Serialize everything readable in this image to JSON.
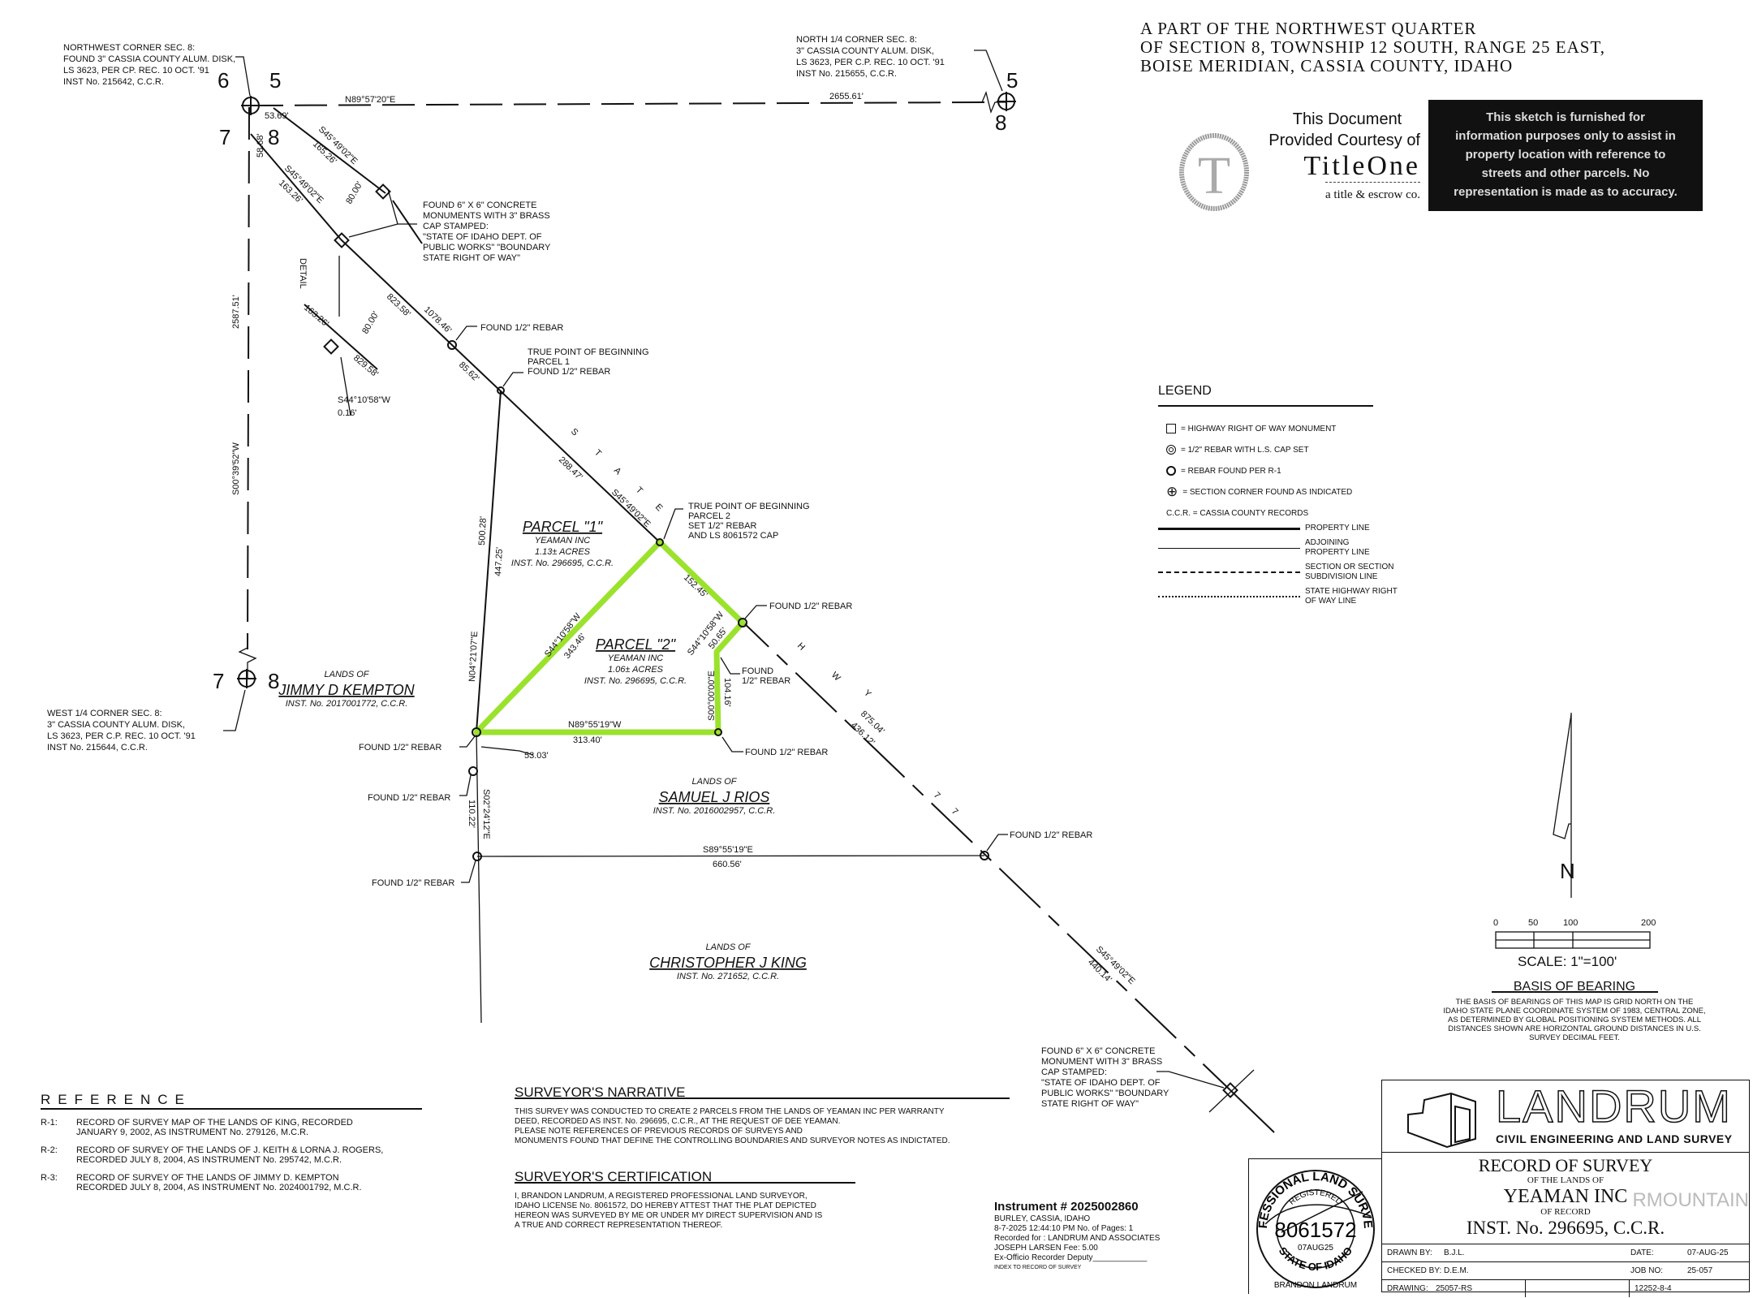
{
  "header": {
    "title_lines": [
      "A PART OF THE NORTHWEST QUARTER",
      "OF SECTION 8, TOWNSHIP 12 SOUTH, RANGE 25 EAST,",
      "BOISE MERIDIAN, CASSIA COUNTY, IDAHO"
    ]
  },
  "courtesy": {
    "line1": "This Document",
    "line2": "Provided Courtesy of",
    "brand": "TitleOne",
    "tagline": "a title & escrow co.",
    "logo_letter": "T"
  },
  "disclaimer": [
    "This sketch is furnished for",
    "information purposes only to assist in",
    "property location with reference to",
    "streets and other parcels. No",
    "representation is made as to accuracy."
  ],
  "legend": {
    "title": "LEGEND",
    "items": [
      {
        "icon": "square-monument-icon",
        "label": "= HIGHWAY RIGHT OF WAY MONUMENT"
      },
      {
        "icon": "rebar-cap-set-icon",
        "label": "= 1/2\" REBAR WITH L.S. CAP SET"
      },
      {
        "icon": "rebar-found-icon",
        "label": "= REBAR FOUND PER R-1"
      },
      {
        "icon": "section-corner-icon",
        "label": "= SECTION CORNER FOUND AS INDICATED"
      },
      {
        "icon": "",
        "label": "C.C.R.  =  CASSIA COUNTY RECORDS"
      }
    ],
    "lines": [
      {
        "style": "solid-heavy",
        "label": [
          "PROPERTY LINE"
        ]
      },
      {
        "style": "solid-thin",
        "label": [
          "ADJOINING",
          "PROPERTY LINE"
        ]
      },
      {
        "style": "dashed",
        "label": [
          "SECTION OR SECTION",
          "SUBDIVISION LINE"
        ]
      },
      {
        "style": "dash-dot",
        "label": [
          "STATE HIGHWAY RIGHT",
          "OF WAY LINE"
        ]
      }
    ]
  },
  "map": {
    "nw_note": [
      "NORTHWEST CORNER SEC. 8:",
      "FOUND 3\" CASSIA COUNTY ALUM. DISK,",
      "LS 3623, PER CP. REC. 10 OCT. '91",
      "INST No. 215642, C.C.R."
    ],
    "n_note": [
      "NORTH 1/4 CORNER SEC. 8:",
      "3\" CASSIA COUNTY ALUM. DISK,",
      "LS 3623, PER C.P. REC. 10 OCT. '91",
      "INST No. 215655, C.C.R."
    ],
    "w_note": [
      "WEST 1/4 CORNER SEC. 8:",
      "3\" CASSIA COUNTY ALUM. DISK,",
      "LS 3623, PER C.P. REC. 10 OCT. '91",
      "INST No. 215644, C.C.R."
    ],
    "mon_note_1": [
      "FOUND 6\" X 6\" CONCRETE",
      "MONUMENTS WITH 3\" BRASS",
      "CAP STAMPED:",
      "\"STATE OF IDAHO DEPT. OF",
      "PUBLIC WORKS\" \"BOUNDARY",
      "STATE RIGHT OF WAY\""
    ],
    "mon_note_2": [
      "FOUND 6\" X 6\" CONCRETE",
      "MONUMENT WITH 3\" BRASS",
      "CAP STAMPED:",
      "\"STATE OF IDAHO DEPT. OF",
      "PUBLIC WORKS\" \"BOUNDARY",
      "STATE RIGHT OF WAY\""
    ],
    "tpob1_note": [
      "TRUE POINT OF BEGINNING",
      "PARCEL 1",
      "FOUND 1/2\" REBAR"
    ],
    "tpob2_note": [
      "TRUE POINT OF BEGINNING",
      "PARCEL 2",
      "SET 1/2\" REBAR",
      "AND LS 8061572 CAP"
    ],
    "found_rebar": "FOUND 1/2\" REBAR",
    "found_rebar_2line": [
      "FOUND",
      "1/2\" REBAR"
    ],
    "sec_nums": {
      "nw_6": "6",
      "nw_5": "5",
      "nw_7": "7",
      "nw_8": "8",
      "n_5": "5",
      "n_8": "8",
      "w_7": "7",
      "w_8": "8"
    },
    "dims": {
      "top_bearing": "N89°57'20\"E",
      "top_dist": "2655.61'",
      "nw_53": "53.69'",
      "nw_58": "58.68'",
      "upper_bearing": "S45°49'02\"E",
      "upper_dist": "165.26'",
      "lower_bearing": "S45°49'02\"E",
      "lower_dist": "163.26'",
      "offset_80a": "80.00'",
      "detail": "DETAIL",
      "det_163": "163.26'",
      "det_80": "80.00'",
      "det_829": "829.58'",
      "det_bearing": "S44°10'58\"W",
      "det_016": "0.16'",
      "d823": "823.58'",
      "d1078": "1078.46'",
      "d85": "85.62'",
      "d288": "288.47'",
      "hwy_bearing_1": "S45°49'02\"E",
      "west_bearing": "S00°39'52\"W",
      "west_dist": "2587.51'",
      "d500": "500.28'",
      "d447": "447.25'",
      "n04": "N04°21'07\"E",
      "d152": "152.45'",
      "p2_diag_bearing": "S44°10'58\"W",
      "p2_diag_dist": "343.46'",
      "p2_short_bearing": "S44°10'58\"W",
      "p2_short_dist": "50.65'",
      "p2_vert_bearing": "S00°00'00\"E",
      "p2_vert_dist": "104.16'",
      "p2_south_bearing": "N89°55'19\"W",
      "p2_south_dist": "313.40'",
      "d875": "875.04'",
      "d436": "436.12'",
      "d53": "53.03'",
      "s02_bearing": "S02°24'12\"E",
      "s02_dist": "110.22'",
      "s89_bearing": "S89°55'19\"E",
      "s89_dist": "660.56'",
      "hwy_bearing_2": "S45°49'02\"E",
      "hwy_dist_2": "440.14'"
    },
    "road_letters": [
      "S",
      "T",
      "A",
      "T",
      "E",
      "H",
      "W",
      "Y",
      "7",
      "7"
    ],
    "parcel1": [
      "PARCEL \"1\"",
      "YEAMAN INC",
      "1.13± ACRES",
      "INST. No. 296695, C.C.R."
    ],
    "parcel2": [
      "PARCEL \"2\"",
      "YEAMAN INC",
      "1.06± ACRES",
      "INST. No. 296695, C.C.R."
    ],
    "kempton": [
      "LANDS OF",
      "JIMMY D KEMPTON",
      "INST. No. 2017001772, C.C.R."
    ],
    "rios": [
      "LANDS OF",
      "SAMUEL J RIOS",
      "INST. No. 2016002957, C.C.R."
    ],
    "king": [
      "LANDS OF",
      "CHRISTOPHER J KING",
      "INST. No. 271652, C.C.R."
    ],
    "highlight_color": "#9be22d"
  },
  "north": {
    "letter": "N"
  },
  "scale": {
    "ticks": [
      "0",
      "50",
      "100",
      "200"
    ],
    "label": "SCALE:  1\"=100'"
  },
  "basis": {
    "title": "BASIS OF BEARING",
    "lines": [
      "THE BASIS OF BEARINGS OF THIS MAP IS GRID NORTH ON THE",
      "IDAHO STATE PLANE COORDINATE SYSTEM OF 1983, CENTRAL ZONE,",
      "AS DETERMINED BY GLOBAL POSITIONING SYSTEM METHODS. ALL",
      "DISTANCES SHOWN ARE HORIZONTAL GROUND DISTANCES IN U.S.",
      "SURVEY DECIMAL FEET."
    ]
  },
  "reference": {
    "title": "REFERENCE",
    "items": [
      {
        "id": "R-1:",
        "lines": [
          "RECORD OF SURVEY MAP OF THE LANDS OF KING, RECORDED",
          "JANUARY 9, 2002, AS INSTRUMENT No. 279126, M.C.R."
        ]
      },
      {
        "id": "R-2:",
        "lines": [
          "RECORD OF SURVEY OF THE LANDS OF J. KEITH & LORNA J. ROGERS,",
          "RECORDED JULY 8, 2004, AS INSTRUMENT No. 295742, M.C.R."
        ]
      },
      {
        "id": "R-3:",
        "lines": [
          "RECORD OF SURVEY OF THE LANDS OF JIMMY D. KEMPTON",
          "RECORDED JULY 8, 2004, AS INSTRUMENT No. 2024001792, M.C.R."
        ]
      }
    ]
  },
  "narrative": {
    "title": "SURVEYOR'S NARRATIVE",
    "lines": [
      "THIS SURVEY WAS CONDUCTED TO CREATE 2 PARCELS FROM THE LANDS OF YEAMAN INC PER WARRANTY",
      "DEED, RECORDED AS INST. No. 296695, C.C.R., AT THE REQUEST OF DEE YEAMAN.",
      "PLEASE NOTE REFERENCES OF PREVIOUS RECORDS OF SURVEYS AND",
      "MONUMENTS FOUND THAT DEFINE THE CONTROLLING BOUNDARIES AND SURVEYOR NOTES AS INDICTATED."
    ]
  },
  "certification": {
    "title": "SURVEYOR'S CERTIFICATION",
    "lines": [
      "I, BRANDON LANDRUM, A REGISTERED PROFESSIONAL LAND SURVEYOR,",
      "IDAHO LICENSE No. 8061572, DO HEREBY ATTEST THAT THE PLAT DEPICTED",
      "HEREON WAS SURVEYED BY ME OR UNDER MY DIRECT SUPERVISION AND IS",
      "A TRUE AND CORRECT REPRESENTATION THEREOF."
    ]
  },
  "recorder": {
    "instrument": "Instrument # 2025002860",
    "lines": [
      "BURLEY, CASSIA, IDAHO",
      "8-7-2025      12:44:10 PM  No. of Pages: 1",
      "Recorded for : LANDRUM AND ASSOCIATES",
      "JOSEPH LARSEN                    Fee: 5.00",
      "Ex-Officio Recorder  Deputy____________",
      "INDEX TO RECORD OF SURVEY"
    ]
  },
  "seal": {
    "top": "PROFESSIONAL LAND SURVEYOR",
    "registered": "REGISTERED",
    "number": "8061572",
    "date": "07AUG25",
    "state": "STATE OF IDAHO",
    "name": "BRANDON LANDRUM"
  },
  "title_block": {
    "company": "LANDRUM",
    "company_sub": "CIVIL ENGINEERING AND LAND SURVEY",
    "record_lines": [
      "RECORD OF SURVEY",
      "OF THE LANDS OF",
      "YEAMAN INC",
      "OF RECORD",
      "INST. No. 296695, C.C.R."
    ],
    "watermark": "RMOUNTAIN",
    "drawn_by_label": "DRAWN BY:",
    "drawn_by": "B.J.L.",
    "date_label": "DATE:",
    "date": "07-AUG-25",
    "checked_by_label": "CHECKED BY:",
    "checked_by": "D.E.M.",
    "job_label": "JOB NO:",
    "job": "25-057",
    "drawing_label": "DRAWING:",
    "drawing": "25057-RS",
    "sheet_ref": "12252-8-4"
  }
}
